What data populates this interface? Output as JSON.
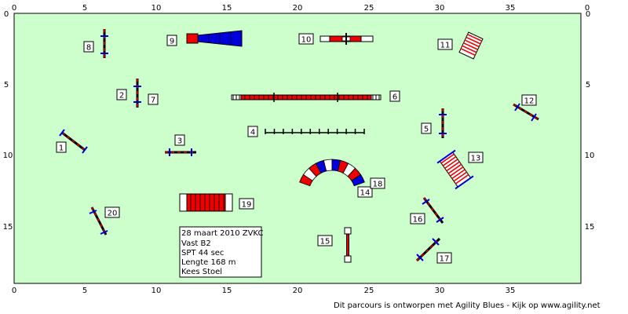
{
  "palette": {
    "field": "#ccffcc",
    "border": "#000000",
    "red": "#ee0000",
    "blue": "#0000dd",
    "white": "#ffffff"
  },
  "axes": {
    "x_ticks": [
      0,
      5,
      10,
      15,
      20,
      25,
      30,
      35,
      0
    ],
    "y_ticks": [
      0,
      5,
      10,
      15
    ]
  },
  "obstacles": [
    {
      "number": "1",
      "kind": "hurdle-pole"
    },
    {
      "number": "2",
      "kind": "hurdle-pole"
    },
    {
      "number": "3",
      "kind": "hurdle-pole"
    },
    {
      "number": "4",
      "kind": "weave-poles"
    },
    {
      "number": "5",
      "kind": "hurdle-pole"
    },
    {
      "number": "6",
      "kind": "dog-walk"
    },
    {
      "number": "7",
      "kind": "hurdle-pole"
    },
    {
      "number": "8",
      "kind": "hurdle-pole"
    },
    {
      "number": "9",
      "kind": "chute"
    },
    {
      "number": "10",
      "kind": "seesaw"
    },
    {
      "number": "11",
      "kind": "a-frame"
    },
    {
      "number": "12",
      "kind": "hurdle-pole"
    },
    {
      "number": "13",
      "kind": "a-frame"
    },
    {
      "number": "14",
      "kind": "tunnel"
    },
    {
      "number": "15",
      "kind": "tire-jump"
    },
    {
      "number": "16",
      "kind": "hurdle-pole"
    },
    {
      "number": "17",
      "kind": "hurdle-pole"
    },
    {
      "number": "18",
      "kind": "tunnel"
    },
    {
      "number": "19",
      "kind": "pipe-tunnel"
    },
    {
      "number": "20",
      "kind": "hurdle-pole"
    }
  ],
  "info": {
    "date_line": "28 maart 2010 ZVKC",
    "class_line": "Vast B2",
    "spt_line": "SPT 44 sec",
    "length_line": "Lengte 168 m",
    "judge_line": "Kees Stoel"
  },
  "footer": {
    "credit": "Dit parcours is ontworpen met Agility Blues - Kijk op www.agility.net"
  }
}
